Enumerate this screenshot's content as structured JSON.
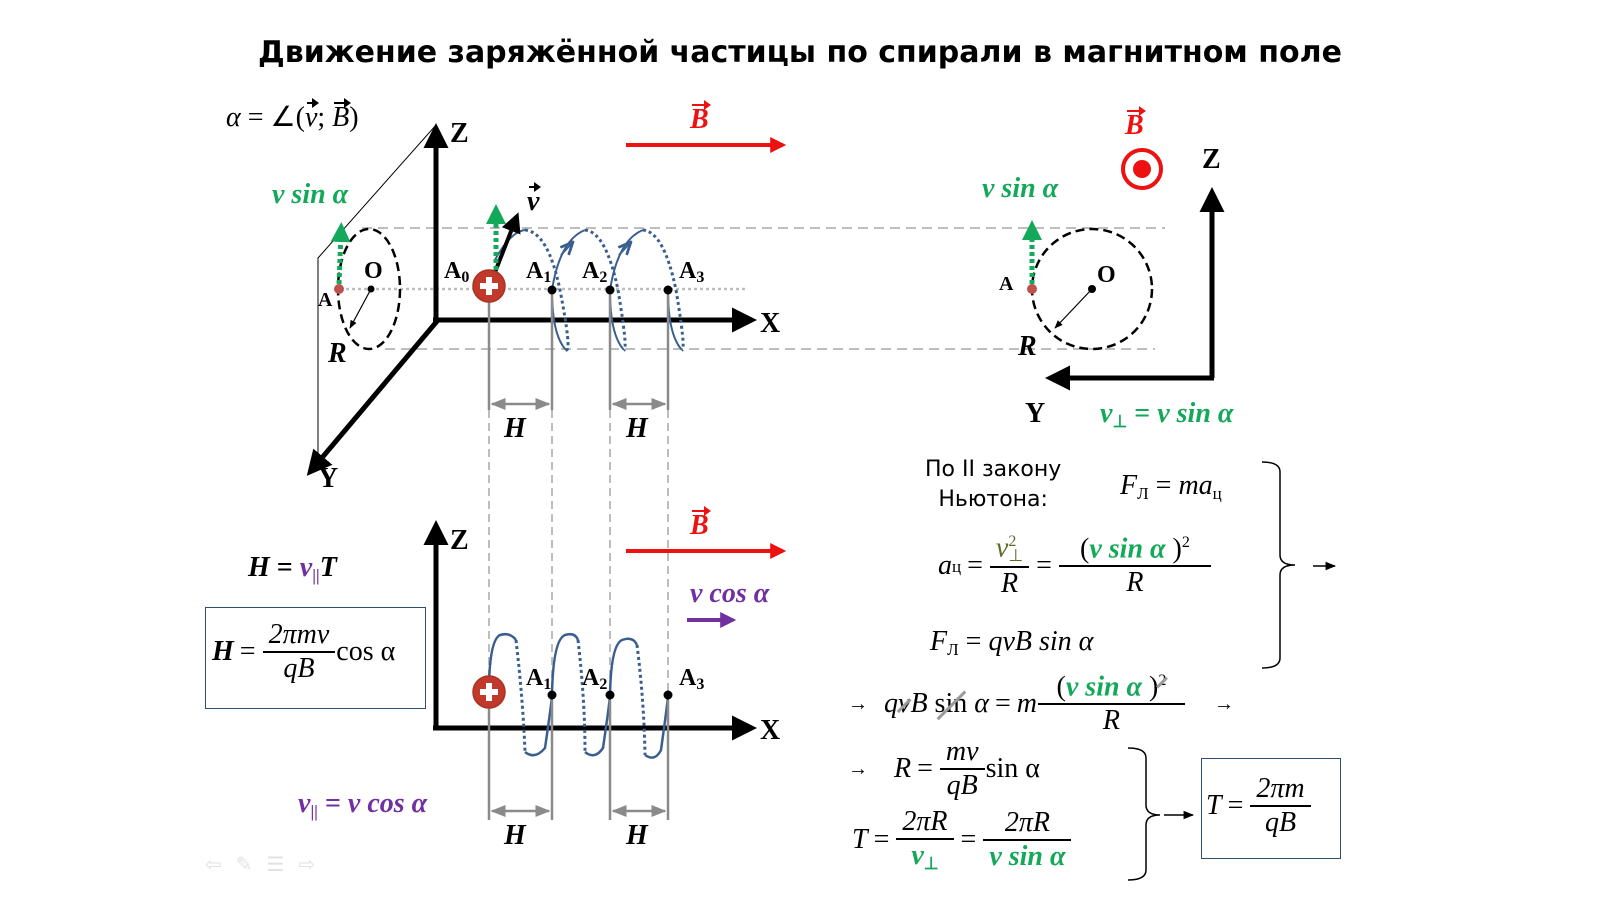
{
  "title": "Движение заряжённой частицы по спирали в магнитном поле",
  "colors": {
    "field_B": "#ee1111",
    "perpendicular_velocity": "#14a85a",
    "parallel_velocity": "#7030a0",
    "helix": "#3a5f8f",
    "guide_lines": "#b5b5b5",
    "particle": "#c0392b"
  },
  "angle_definition": {
    "lhs": "α",
    "eq": "=",
    "rhs_prefix": "∠(",
    "v": "v",
    "sep": ";",
    "B": "B",
    "rhs_suffix": ")"
  },
  "view_3d": {
    "axes": {
      "x": "X",
      "y": "Y",
      "z": "Z"
    },
    "field_label": "B",
    "velocity_label": "v",
    "v_sin_label": "v sin α",
    "center_label": "O",
    "point_label": "A",
    "radius_label": "R",
    "points": [
      {
        "base": "A",
        "sub": "0"
      },
      {
        "base": "A",
        "sub": "1"
      },
      {
        "base": "A",
        "sub": "2"
      },
      {
        "base": "A",
        "sub": "3"
      }
    ],
    "pitch_labels": [
      "H",
      "H"
    ],
    "particle_charge": "+"
  },
  "view_side": {
    "axes": {
      "x": "X",
      "z": "Z"
    },
    "field_label": "B",
    "v_cos_label": "v cos α",
    "points": [
      {
        "base": "A",
        "sub": "1"
      },
      {
        "base": "A",
        "sub": "2"
      },
      {
        "base": "A",
        "sub": "3"
      }
    ],
    "pitch_labels": [
      "H",
      "H"
    ],
    "particle_charge": "+"
  },
  "view_front": {
    "axes": {
      "y": "Y",
      "z": "Z"
    },
    "field_label": "B",
    "field_direction": "out-of-page",
    "v_sin_label": "v sin α",
    "center_label": "O",
    "point_label": "A",
    "radius_label": "R",
    "v_perp_eq": {
      "lhs": "v",
      "lhs_sub": "⊥",
      "eq": "=",
      "rhs": "v sin α"
    }
  },
  "formulas": {
    "pitch_def": {
      "lhs": "H",
      "eq": "=",
      "v": "v",
      "v_sub": "||",
      "T": "T"
    },
    "pitch_result": {
      "lhs": "H",
      "eq": "=",
      "num": "2πmv",
      "den": "qB",
      "tail": "cos α"
    },
    "v_parallel": {
      "lhs": "v",
      "lhs_sub": "||",
      "eq": "=",
      "rhs": "v cos α"
    },
    "newton_label_line1": "По II закону",
    "newton_label_line2": "Ньютона:",
    "newton": {
      "F": "F",
      "F_sub": "Л",
      "eq": "=",
      "m": "m",
      "a": "a",
      "a_sub": "ц"
    },
    "acceleration": {
      "a": "a",
      "a_sub": "ц",
      "eq": "=",
      "num_v": "v",
      "num_sup": "2",
      "num_sub": "⊥",
      "den": "R",
      "eq2": "=",
      "num2_open": "(",
      "num2_green": "v sin α",
      "num2_close": " )",
      "num2_sup": "2",
      "den2": "R"
    },
    "lorentz": {
      "F": "F",
      "F_sub": "Л",
      "eq": "=",
      "rhs": "qvB sin α"
    },
    "balance": {
      "arrow": "→",
      "q": "q",
      "v_struck": "v",
      "B": "B",
      "sin_struck": "sin",
      "alpha": "α",
      "eq": "=",
      "m": "m",
      "num_open": "(",
      "num_green": "v sin α",
      "num_close": " )",
      "num_sup": "2",
      "den": "R",
      "arrow_after": "→"
    },
    "radius": {
      "arrow": "→",
      "lhs": "R",
      "eq": "=",
      "num": "mv",
      "den": "qB",
      "tail": "sin α"
    },
    "period": {
      "lhs": "T",
      "eq": "=",
      "num1": "2πR",
      "den1_v": "v",
      "den1_sub": "⊥",
      "eq2": "=",
      "num2": "2πR",
      "den2_green": "v sin α"
    },
    "period_result": {
      "arrow": "→",
      "lhs": "T",
      "eq": "=",
      "num": "2πm",
      "den": "qB"
    },
    "system_arrow": "→"
  },
  "slide_nav": {
    "icons": [
      "previous-slide-icon",
      "pen-icon",
      "menu-icon",
      "next-slide-icon"
    ],
    "glyphs": [
      "⇦",
      "✎",
      "☰",
      "⇨"
    ]
  }
}
